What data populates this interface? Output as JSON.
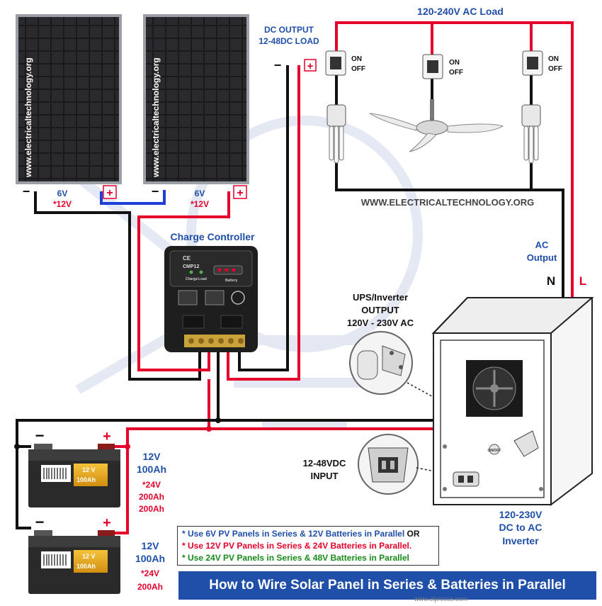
{
  "labels": {
    "ac_load": "120-240V AC Load",
    "dc_output_line1": "DC OUTPUT",
    "dc_output_line2": "12-48DC LOAD",
    "switch_on": "ON",
    "switch_off": "OFF",
    "panel_watermark": "www.electricaltechnology.org",
    "panel1_v1": "6V",
    "panel1_v2": "*12V",
    "panel2_v1": "6V",
    "panel2_v2": "*12V",
    "website": "WWW.ELECTRICALTECHNOLOGY.ORG",
    "charge_controller": "Charge Controller",
    "controller_model": "CMP12",
    "controller_ce": "CE",
    "controller_charge": "Charge",
    "controller_load": "Load",
    "controller_battery": "Battery",
    "ac_output_line1": "AC",
    "ac_output_line2": "Output",
    "neutral": "N",
    "line": "L",
    "ups_line1": "UPS/Inverter",
    "ups_line2": "OUTPUT",
    "ups_line3": "120V - 230V AC",
    "dc_input_line1": "12-48VDC",
    "dc_input_line2": "INPUT",
    "inverter_line1": "120-230V",
    "inverter_line2": "DC to AC",
    "inverter_line3": "Inverter",
    "inverter_btn": "ON/OFF",
    "battery1_v": "12V",
    "battery1_ah": "100Ah",
    "battery1_v2": "*24V",
    "battery1_ah2": "200Ah",
    "battery1_ah3": "200Ah",
    "battery2_v": "12V",
    "battery2_ah": "100Ah",
    "battery2_v2": "*24V",
    "battery2_ah2": "200Ah",
    "battery_label_v": "12 V",
    "battery_label_ah": "100Ah",
    "minus": "−",
    "plus": "+"
  },
  "notes": {
    "line1a": "* Use 6V PV Panels in Series & 12V Batteries in Parallel",
    "line1b": " OR",
    "line2": "* Use 12V PV Panels in Series & 24V Batteries in Parallel.",
    "line3": "* Use 24V PV Panels in Series & 48V Batteries in Parallel"
  },
  "title": "How to Wire Solar Panel in Series & Batteries in Parallel",
  "footnote": "www.elprocus.com",
  "colors": {
    "wire_red": "#e4002b",
    "wire_black": "#111111",
    "wire_blue": "#1c3fd8",
    "label_blue": "#1f4fa8",
    "label_red": "#e4002b",
    "note_green": "#188a1a",
    "title_bg": "#1f4fa8"
  }
}
